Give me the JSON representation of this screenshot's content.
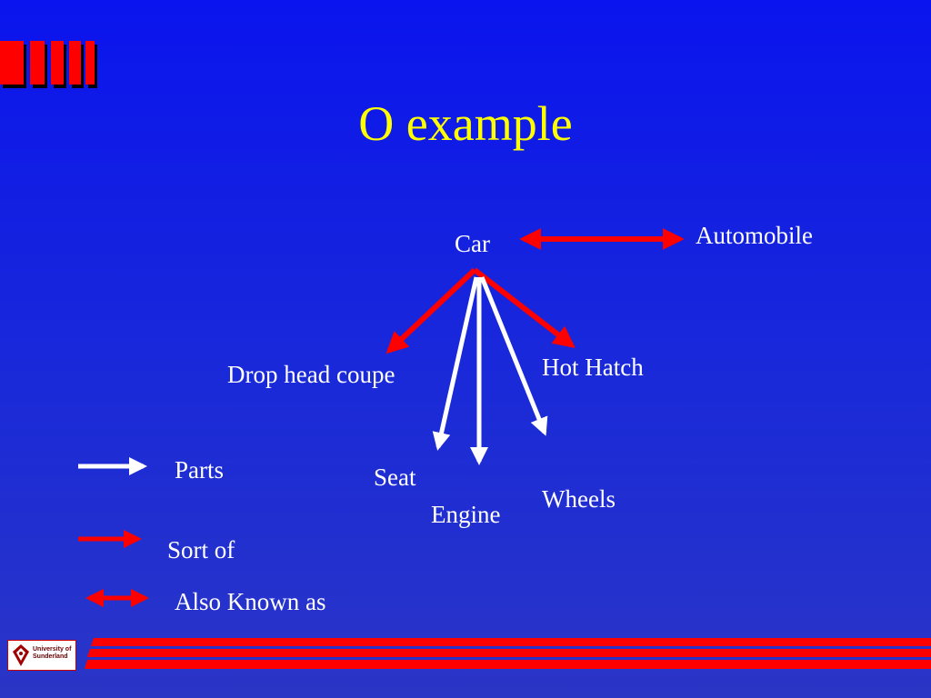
{
  "title": "O example",
  "nodes": {
    "car": "Car",
    "automobile": "Automobile",
    "drop_head_coupe": "Drop head coupe",
    "hot_hatch": "Hot Hatch",
    "seat": "Seat",
    "engine": "Engine",
    "wheels": "Wheels"
  },
  "legend": {
    "parts": "Parts",
    "sort_of": "Sort of",
    "also_known_as": "Also Known as"
  },
  "logo": {
    "line1": "University of",
    "line2": "Sunderland"
  },
  "colors": {
    "background": "#0a14ee",
    "title": "#ffff00",
    "text": "#ffffff",
    "sort_of_arrow": "#ff0000",
    "parts_arrow": "#ffffff",
    "decoration_red": "#ff0000"
  }
}
